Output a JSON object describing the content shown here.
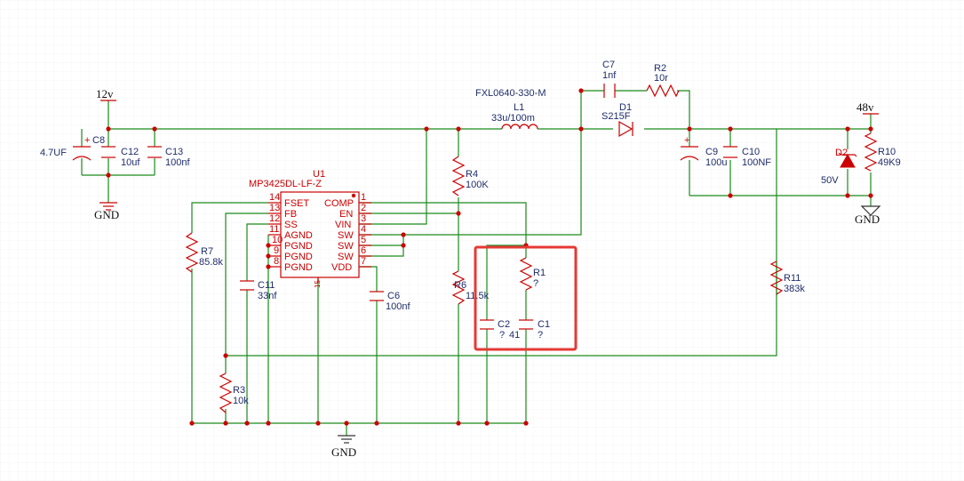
{
  "power": {
    "vin_label": "12v",
    "vout_label": "48v",
    "gnd_left": "GND",
    "gnd_bottom": "GND",
    "gnd_right": "GND"
  },
  "ic": {
    "ref": "U1",
    "part": "MP3425DL-LF-Z",
    "pad_label": "15",
    "left_pins": [
      {
        "num": "14",
        "name": "FSET"
      },
      {
        "num": "13",
        "name": "FB"
      },
      {
        "num": "12",
        "name": "SS"
      },
      {
        "num": "11",
        "name": "AGND"
      },
      {
        "num": "10",
        "name": "PGND"
      },
      {
        "num": "9",
        "name": "PGND"
      },
      {
        "num": "8",
        "name": "PGND"
      }
    ],
    "right_pins": [
      {
        "num": "1",
        "name": "COMP"
      },
      {
        "num": "2",
        "name": "EN"
      },
      {
        "num": "3",
        "name": "VIN"
      },
      {
        "num": "4",
        "name": "SW"
      },
      {
        "num": "5",
        "name": "SW"
      },
      {
        "num": "6",
        "name": "SW"
      },
      {
        "num": "7",
        "name": "VDD"
      }
    ]
  },
  "components": {
    "C8": {
      "ref": "C8",
      "value": "4.7UF"
    },
    "C12": {
      "ref": "C12",
      "value": "10uf"
    },
    "C13": {
      "ref": "C13",
      "value": "100nf"
    },
    "L1": {
      "ref": "L1",
      "value": "33u/100m",
      "part": "FXL0640-330-M"
    },
    "C7": {
      "ref": "C7",
      "value": "1nf"
    },
    "R2": {
      "ref": "R2",
      "value": "10r"
    },
    "D1": {
      "ref": "D1",
      "value": "S215F"
    },
    "C9": {
      "ref": "C9",
      "value": "100u"
    },
    "C10": {
      "ref": "C10",
      "value": "100NF"
    },
    "D2": {
      "ref": "D2",
      "value": "50V"
    },
    "R10": {
      "ref": "R10",
      "value": "49K9"
    },
    "R4": {
      "ref": "R4",
      "value": "100K"
    },
    "R7": {
      "ref": "R7",
      "value": "85.8k"
    },
    "C11": {
      "ref": "C11",
      "value": "33nf"
    },
    "C6": {
      "ref": "C6",
      "value": "100nf"
    },
    "R6": {
      "ref": "R6",
      "value": "11.5k"
    },
    "R1": {
      "ref": "R1",
      "value": "?"
    },
    "C2": {
      "ref": "C2",
      "value": "?",
      "extra": "41"
    },
    "C1": {
      "ref": "C1",
      "value": "?"
    },
    "R11": {
      "ref": "R11",
      "value": "383k"
    },
    "R3": {
      "ref": "R3",
      "value": "10k"
    }
  },
  "colors": {
    "wire": "#1a8a1a",
    "part": "#cc0000",
    "label": "#1f2d6b",
    "highlight": "#e53935",
    "grid": "#e6e6e6"
  }
}
